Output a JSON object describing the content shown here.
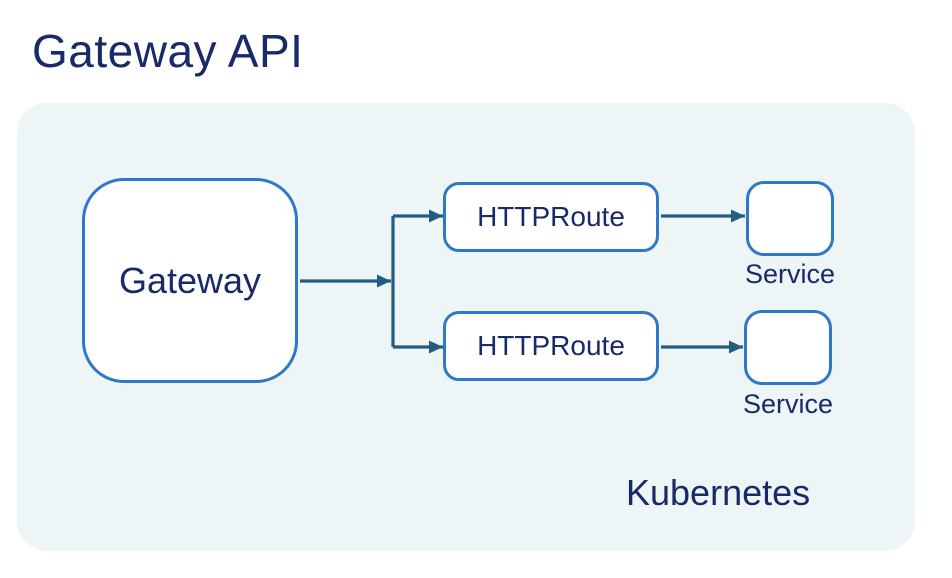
{
  "title": "Gateway API",
  "cluster": {
    "label": "Kubernetes"
  },
  "nodes": {
    "gateway": {
      "label": "Gateway"
    },
    "routes": [
      {
        "label": "HTTPRoute"
      },
      {
        "label": "HTTPRoute"
      }
    ],
    "services": [
      {
        "label": "Service"
      },
      {
        "label": "Service"
      }
    ]
  },
  "colors": {
    "title_text": "#182a68",
    "node_border": "#2e79c7",
    "node_fill": "#ffffff",
    "arrow": "#235e80",
    "cluster_fill": "#eef5f6",
    "background": "#ffffff"
  }
}
